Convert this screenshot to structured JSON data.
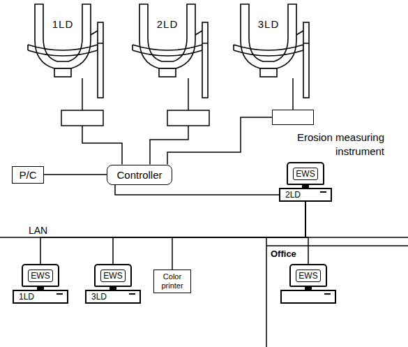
{
  "diagram": {
    "nodes": [
      {
        "text": [
          "1LD"
        ]
      },
      {
        "text": [
          "2LD"
        ]
      },
      {
        "text": [
          "3LD"
        ]
      },
      {
        "text": [
          "Erosion measuring instrument"
        ]
      },
      {
        "text": [
          "P/C"
        ]
      },
      {
        "text": [
          "Controller"
        ]
      },
      {
        "text": [
          "EWS",
          "2LD"
        ]
      },
      {
        "text": [
          "EWS",
          "1LD"
        ]
      },
      {
        "text": [
          "EWS",
          "3LD"
        ]
      },
      {
        "text": [
          "Color printer"
        ]
      },
      {
        "text": [
          "EWS"
        ]
      }
    ],
    "edges": [
      {
        "from": 0,
        "to": 5,
        "arrow": "none"
      },
      {
        "from": 1,
        "to": 5,
        "arrow": "none"
      },
      {
        "from": 2,
        "to": 3,
        "arrow": "none"
      },
      {
        "from": 3,
        "to": 5,
        "arrow": "none"
      },
      {
        "from": 4,
        "to": 5,
        "arrow": "none"
      },
      {
        "from": 5,
        "to": 6,
        "arrow": "none"
      },
      {
        "from": 6,
        "to": 7,
        "arrow": "none"
      },
      {
        "from": 6,
        "to": 8,
        "arrow": "none"
      },
      {
        "from": 6,
        "to": 9,
        "arrow": "none"
      },
      {
        "from": 6,
        "to": 10,
        "arrow": "none"
      }
    ],
    "labels": [
      "LAN",
      "Office"
    ]
  }
}
